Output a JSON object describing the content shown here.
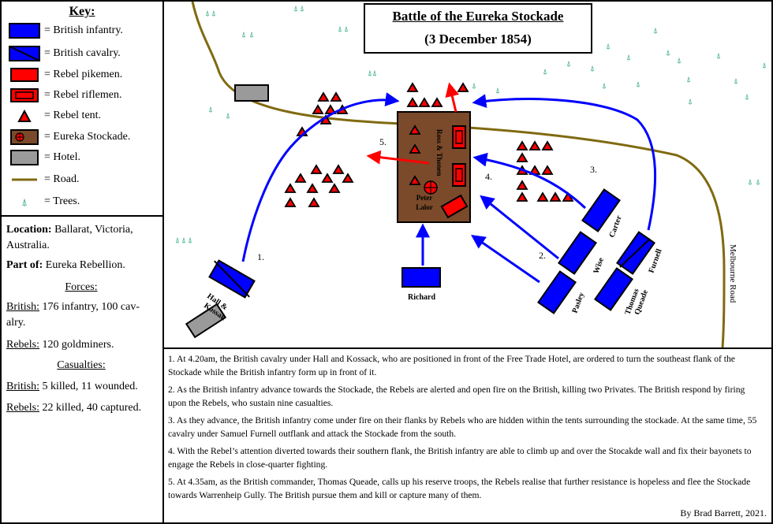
{
  "title": "Battle of the Eureka Stockade",
  "subtitle": "(3 December 1854)",
  "key": {
    "heading": "Key:",
    "items": [
      {
        "label": "= British infantry.",
        "icon": "british-infantry-icon"
      },
      {
        "label": "= British cavalry.",
        "icon": "british-cavalry-icon"
      },
      {
        "label": "= Rebel pikemen.",
        "icon": "rebel-pikemen-icon"
      },
      {
        "label": "= Rebel riflemen.",
        "icon": "rebel-riflemen-icon"
      },
      {
        "label": "= Rebel tent.",
        "icon": "rebel-tent-icon"
      },
      {
        "label": "= Eureka Stockade.",
        "icon": "stockade-icon"
      },
      {
        "label": "= Hotel.",
        "icon": "hotel-icon"
      },
      {
        "label": "= Road.",
        "icon": "road-icon"
      },
      {
        "label": "= Trees.",
        "icon": "tree-icon"
      }
    ]
  },
  "info": {
    "location_label": "Location:",
    "location_value": "Ballarat, Victoria, Australia.",
    "part_of_label": "Part of:",
    "part_of_value": "Eureka Rebellion.",
    "forces_heading": "Forces:",
    "british_label": "British:",
    "british_forces": "176 infantry, 100 cav-alry.",
    "rebels_label": "Rebels:",
    "rebels_forces": "120 goldminers.",
    "casualties_heading": "Casualties:",
    "british_casualties": "5 killed, 11 wounded.",
    "rebels_casualties": "22 killed, 40 captured."
  },
  "map": {
    "units": {
      "hall_kossak": "Hall & Kossak",
      "richard": "Richard",
      "carter": "Carter",
      "wise": "Wise",
      "pasley": "Pasley",
      "furnell": "Furnell",
      "thomas_queade": "Thomas Queade",
      "peter_lalor": "Peter Lalor",
      "ross_thonen": "Ross & Thonen"
    },
    "phase_labels": [
      "1.",
      "2.",
      "3.",
      "4.",
      "5."
    ],
    "road_label": "Melbourne Road",
    "colors": {
      "british": "#0000ff",
      "rebel": "#ff0000",
      "stockade": "#7a4a2a",
      "hotel": "#9a9a9a",
      "road": "#806a10",
      "tree": "#2ca87a"
    }
  },
  "notes": [
    "1. At 4.20am, the British cavalry under Hall and Kossack, who are positioned in front of the Free Trade Hotel, are ordered to turn the southeast flank of the Stockade while the British infantry form up in front of it.",
    "2. As the British infantry advance towards the Stockade, the Rebels are alerted and open fire on the British, killing two Privates. The British respond by firing upon the Rebels, who sustain nine casualties.",
    "3. As they advance, the British infantry come under fire on their flanks by Rebels who are hidden within the tents surrounding the stockade. At the same time, 55 cavalry under Samuel Furnell outflank and attack the Stockade from the south.",
    "4. With the Rebel’s attention diverted towards their southern flank, the British infantry are able to climb up and over the Stocakde wall and fix their bayonets to engage the Rebels in close-quarter fighting.",
    "5. At 4.35am, as the British commander, Thomas Queade, calls up his reserve troops, the Rebels realise that further resistance is hopeless and flee the Stockade towards Warrenheip Gully. The British pursue them and kill or capture many of them."
  ],
  "credit": "By Brad Barrett, 2021."
}
